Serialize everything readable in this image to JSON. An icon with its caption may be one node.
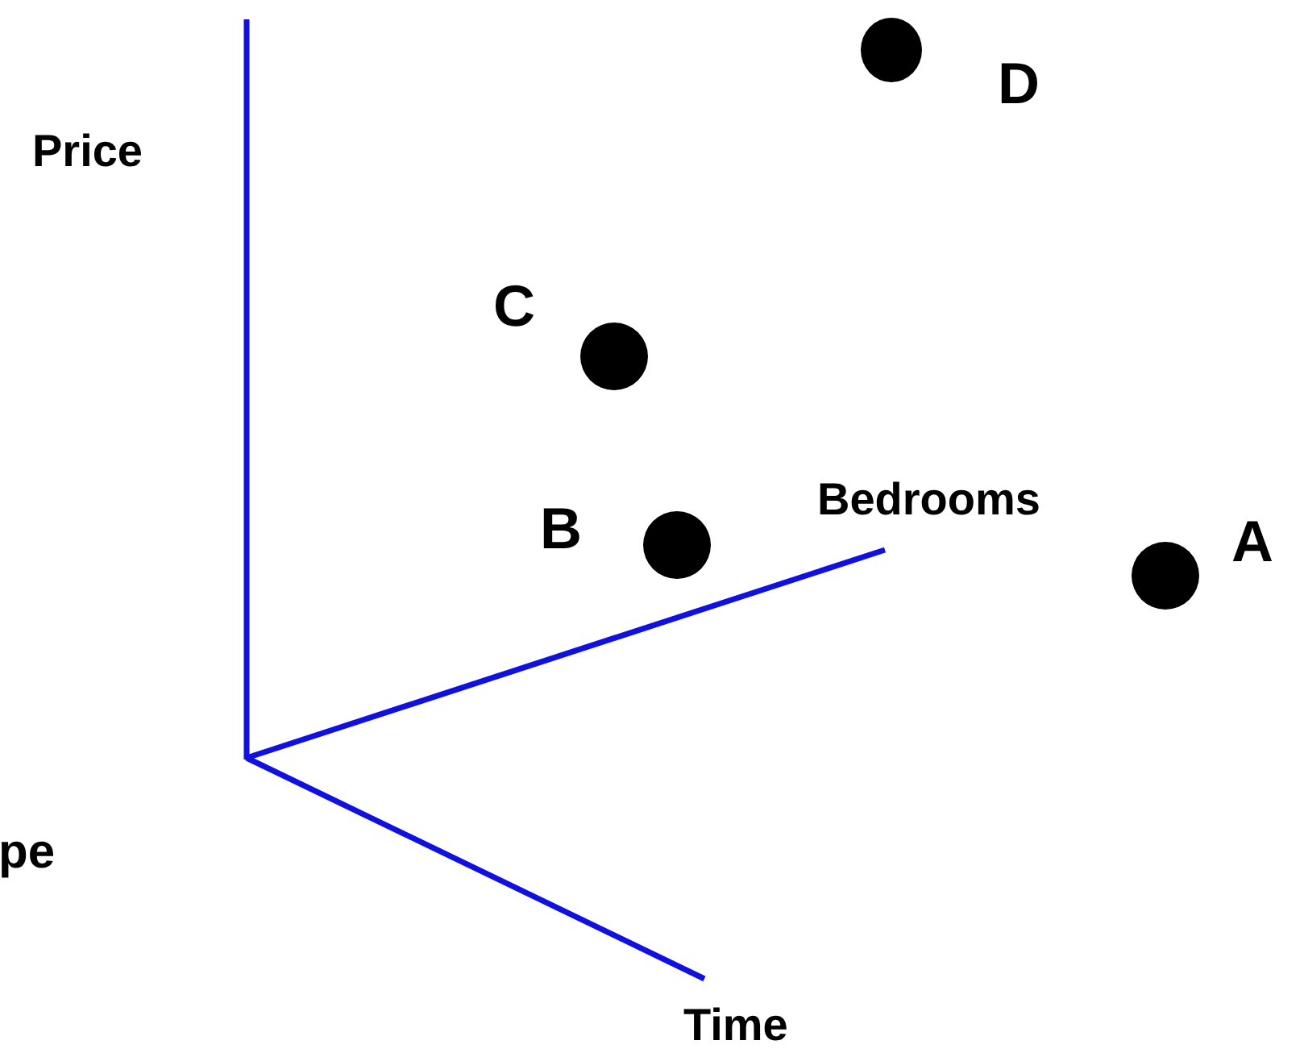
{
  "diagram": {
    "labels": [
      "D",
      "Price",
      "C",
      "B",
      "Bedrooms",
      "A",
      "pe",
      "Time"
    ]
  }
}
